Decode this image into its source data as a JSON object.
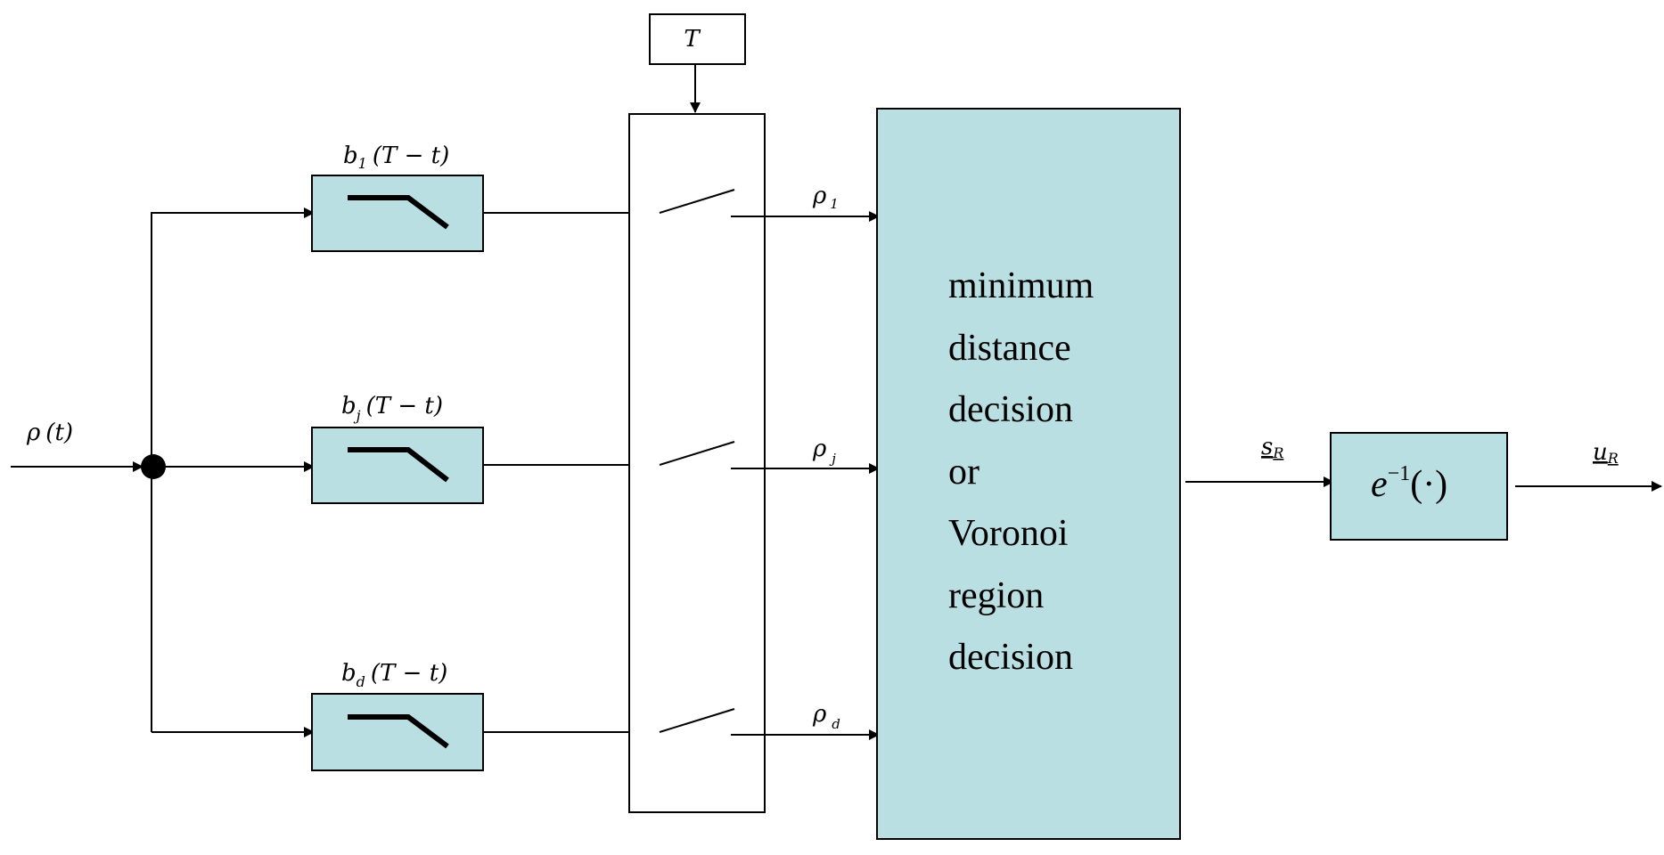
{
  "input": {
    "signal": "ρ",
    "arg": "(t)"
  },
  "timer": {
    "label": "T"
  },
  "filters": [
    {
      "b": "b",
      "sub": "1",
      "arg": "(T − t)"
    },
    {
      "b": "b",
      "sub": "j",
      "arg": "(T − t)"
    },
    {
      "b": "b",
      "sub": "d",
      "arg": "(T − t)"
    }
  ],
  "samples": [
    {
      "sym": "ρ",
      "sub": "1"
    },
    {
      "sym": "ρ",
      "sub": "j"
    },
    {
      "sym": "ρ",
      "sub": "d"
    }
  ],
  "decision": {
    "lines": [
      "minimum",
      "distance",
      "decision",
      "or",
      "Voronoi",
      "region",
      "decision"
    ]
  },
  "estimate": {
    "sym": "s",
    "sub": "R"
  },
  "inverse": {
    "base": "e",
    "sup": "−1",
    "arg": "(·)"
  },
  "output": {
    "sym": "u",
    "sub": "R"
  },
  "colors": {
    "block_fill": "#badfe3",
    "line": "#000000"
  }
}
